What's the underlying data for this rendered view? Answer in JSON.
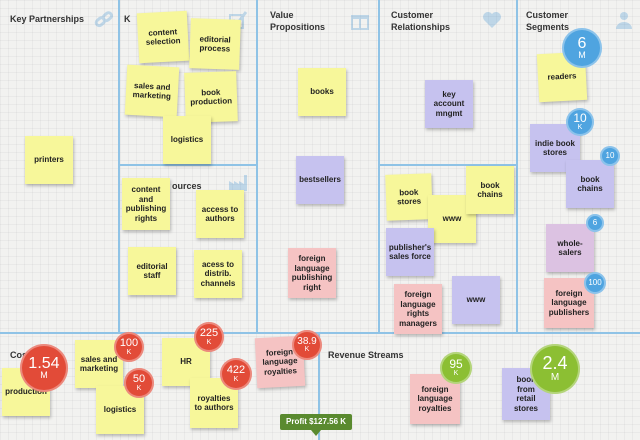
{
  "sections": {
    "key_partnerships": "Key Partnerships",
    "key_activities": "K",
    "key_resources": "ources",
    "value_propositions": "Value\nPropositions",
    "customer_relationships": "Customer\nRelationships",
    "customer_segments": "Customer\nSegments",
    "cost_structure": "Cost",
    "revenue_streams": "Revenue Streams"
  },
  "icons": {
    "key_partnerships": "link-icon",
    "key_activities": "checkbox-icon",
    "key_resources": "factory-icon",
    "value_propositions": "gift-icon",
    "customer_relationships": "heart-icon",
    "customer_segments": "people-icon"
  },
  "colors": {
    "grid_line": "#8fc3e6",
    "note_yellow": "#f7f79a",
    "note_purple": "#c6c2ef",
    "note_pink": "#f5c3c3",
    "note_mauve": "#dcc2e2",
    "badge_blue": "#4fa4e0",
    "badge_red": "#e24b38",
    "badge_green": "#8cbf33",
    "profit_bg": "#5a8a2f"
  },
  "notes": {
    "printers": "printers",
    "content_selection": "content\nselection",
    "editorial_process": "editorial\nprocess",
    "sales_marketing_ka": "sales and\nmarketing",
    "book_production": "book\nproduction",
    "logistics_ka": "logistics",
    "content_rights": "content\nand\npublishing\nrights",
    "access_authors": "access to\nauthors",
    "editorial_staff": "editorial\nstaff",
    "access_channels": "acess to\ndistrib.\nchannels",
    "books_vp": "books",
    "bestsellers": "bestsellers",
    "foreign_rights_vp": "foreign\nlanguage\npublishing\nright",
    "key_account": "key\naccount\nmngmt",
    "book_stores": "book\nstores",
    "www_1": "www",
    "book_chains_cr": "book\nchains",
    "publishers_sales_force": "publisher's\nsales force",
    "foreign_rights_managers": "foreign\nlanguage\nrights\nmanagers",
    "www_2": "www",
    "readers": "readers",
    "indie_book_stores": "indie book\nstores",
    "book_chains_cs": "book\nchains",
    "wholesalers": "whole-\nsalers",
    "foreign_publishers": "foreign\nlanguage\npublishers",
    "production": "production",
    "sales_marketing_cost": "sales and\nmarketing",
    "logistics_cost": "logistics",
    "hr": "HR",
    "royalties_authors": "royalties\nto authors",
    "foreign_royalties_cost": "foreign\nlanguage\nroyalties",
    "foreign_royalties_rev": "foreign\nlanguage\nroyalties",
    "book_sales_retail": "book\nfrom\nretail\nstores"
  },
  "badges": {
    "readers": {
      "num": "6",
      "unit": "M"
    },
    "indie": {
      "num": "10",
      "unit": "K"
    },
    "chains": {
      "num": "10",
      "unit": ""
    },
    "wholesalers": {
      "num": "6",
      "unit": ""
    },
    "foreign_publishers": {
      "num": "100",
      "unit": ""
    },
    "production": {
      "num": "1.54",
      "unit": "M"
    },
    "sales_marketing": {
      "num": "100",
      "unit": "K"
    },
    "logistics": {
      "num": "50",
      "unit": "K"
    },
    "hr": {
      "num": "225",
      "unit": "K"
    },
    "royalties": {
      "num": "422",
      "unit": "K"
    },
    "foreign_royalties_cost": {
      "num": "38.9",
      "unit": "K"
    },
    "foreign_royalties_rev": {
      "num": "95",
      "unit": "K"
    },
    "book_sales": {
      "num": "2.4",
      "unit": "M"
    }
  },
  "profit": "Profit $127.56 K"
}
